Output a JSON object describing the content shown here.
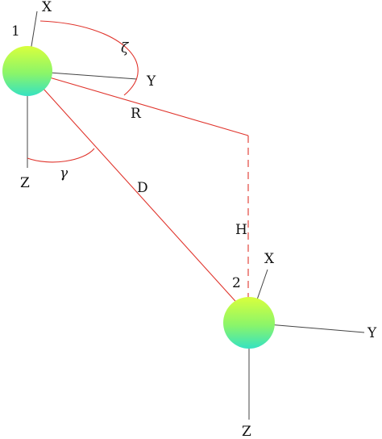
{
  "colors": {
    "axis": "#444444",
    "bond": "#e0342c",
    "label": "#111111",
    "sphere_top": "#d9ff3c",
    "sphere_bottom": "#35e2c2"
  },
  "atoms": [
    {
      "id": "atom-1",
      "label": "1",
      "axes": {
        "x": "X",
        "y": "Y",
        "z": "Z"
      }
    },
    {
      "id": "atom-2",
      "label": "2",
      "axes": {
        "x": "X",
        "y": "Y",
        "z": "Z"
      }
    }
  ],
  "parameters": {
    "zeta": "ζ",
    "gamma": "γ",
    "R": "R",
    "D": "D",
    "H": "H"
  }
}
